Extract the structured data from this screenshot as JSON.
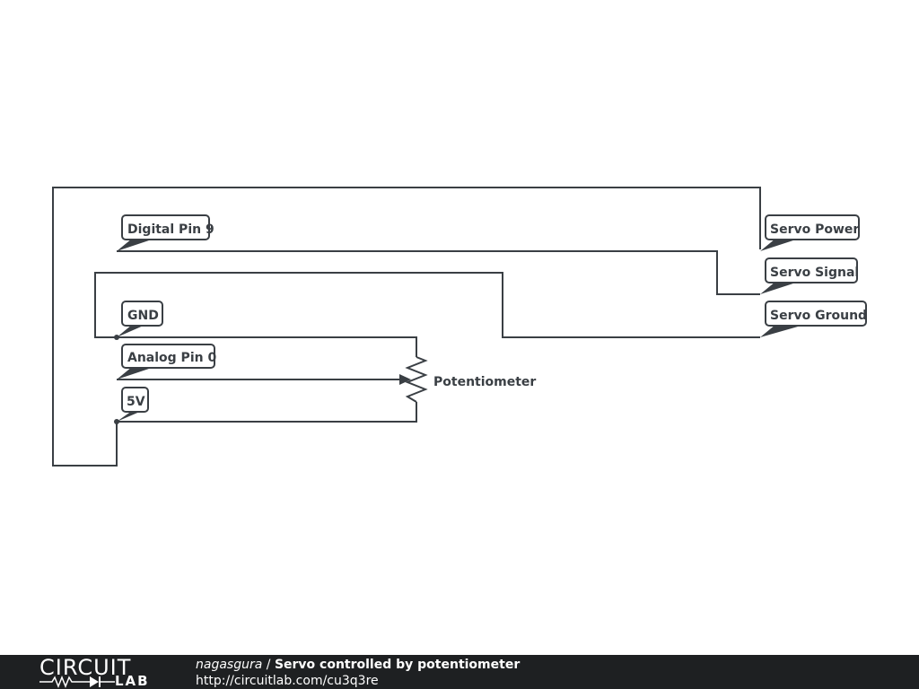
{
  "schematic": {
    "labels": {
      "digital_pin_9": "Digital Pin 9",
      "gnd": "GND",
      "analog_pin_0": "Analog Pin 0",
      "five_v": "5V",
      "servo_power": "Servo Power",
      "servo_signal": "Servo Signal",
      "servo_ground": "Servo Ground"
    },
    "component_label": "Potentiometer",
    "wire_color": "#3a3f44"
  },
  "footer": {
    "logo_top": "CIRCUIT",
    "logo_bottom": "LAB",
    "author": "nagasgura",
    "separator": " / ",
    "title": "Servo controlled by potentiometer",
    "url": "http://circuitlab.com/cu3q3re",
    "background": "#1e2022"
  }
}
